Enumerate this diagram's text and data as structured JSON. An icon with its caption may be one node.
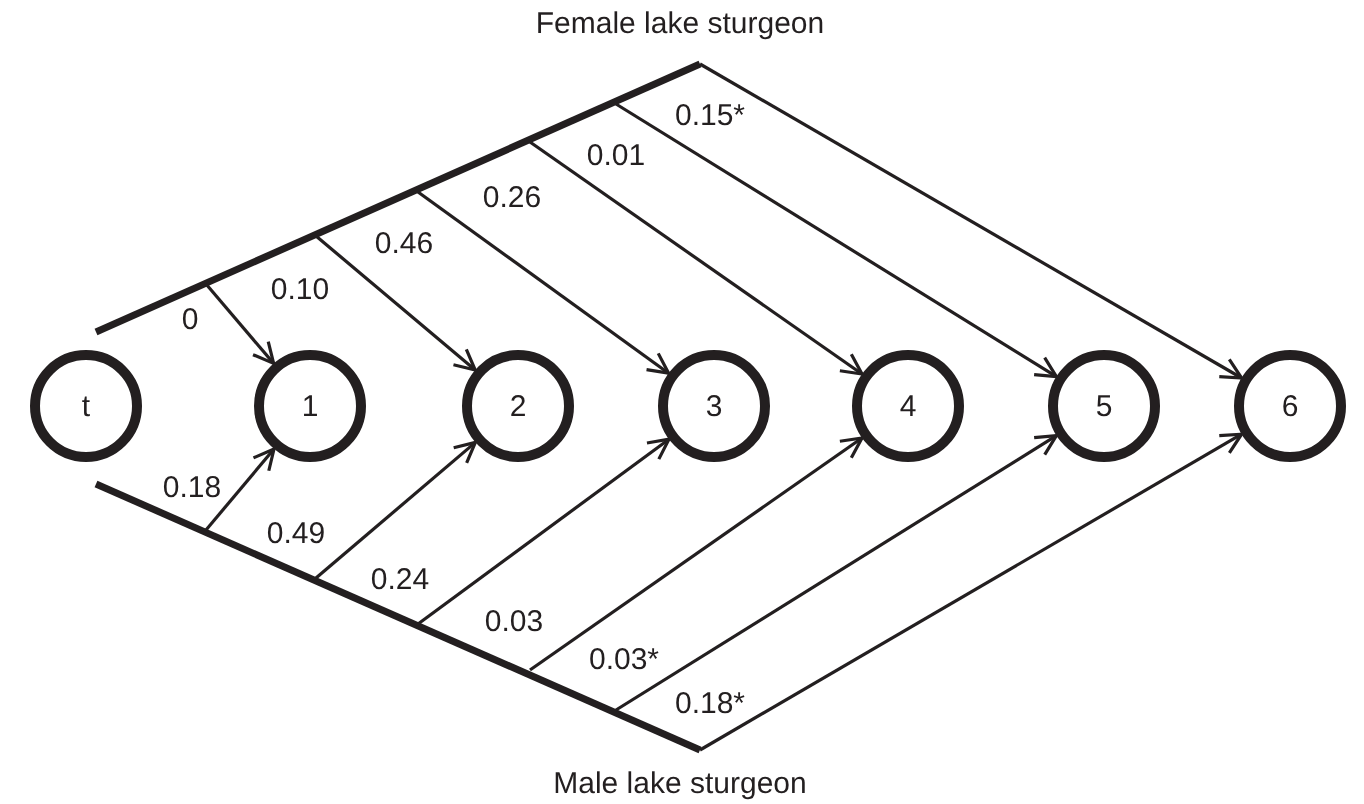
{
  "diagram": {
    "nodes": [
      {
        "text": [
          "t"
        ]
      },
      {
        "text": [
          "1"
        ]
      },
      {
        "text": [
          "2"
        ]
      },
      {
        "text": [
          "3"
        ]
      },
      {
        "text": [
          "4"
        ]
      },
      {
        "text": [
          "5"
        ]
      },
      {
        "text": [
          "6"
        ]
      }
    ],
    "edges": [
      {
        "from": null,
        "to": 1,
        "arrow": "to",
        "label": "0"
      },
      {
        "from": null,
        "to": 2,
        "arrow": "to",
        "label": "0.10"
      },
      {
        "from": null,
        "to": 3,
        "arrow": "to",
        "label": "0.46"
      },
      {
        "from": null,
        "to": 4,
        "arrow": "to",
        "label": "0.26"
      },
      {
        "from": null,
        "to": 5,
        "arrow": "to",
        "label": "0.01"
      },
      {
        "from": null,
        "to": 6,
        "arrow": "to",
        "label": "0.15*"
      },
      {
        "from": null,
        "to": 1,
        "arrow": "to",
        "label": "0.18"
      },
      {
        "from": null,
        "to": 2,
        "arrow": "to",
        "label": "0.49"
      },
      {
        "from": null,
        "to": 3,
        "arrow": "to",
        "label": "0.24"
      },
      {
        "from": null,
        "to": 4,
        "arrow": "to",
        "label": "0.03"
      },
      {
        "from": null,
        "to": 5,
        "arrow": "to",
        "label": "0.03*"
      },
      {
        "from": null,
        "to": 6,
        "arrow": "to",
        "label": "0.18*"
      }
    ],
    "labels": [
      "Female lake sturgeon",
      "Male lake sturgeon"
    ]
  }
}
